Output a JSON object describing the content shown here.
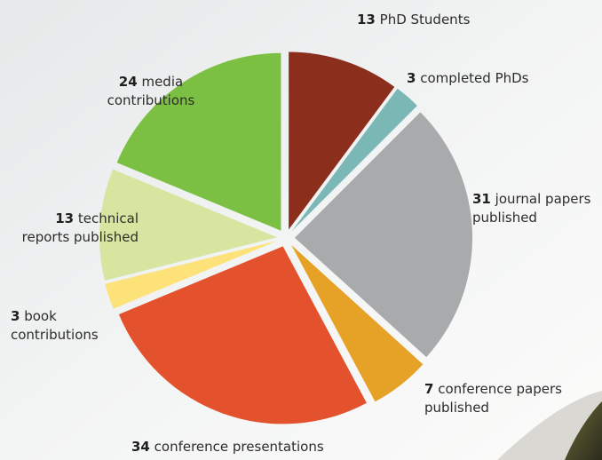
{
  "chart_data": {
    "type": "pie",
    "exploded": true,
    "slices": [
      {
        "value": 13,
        "label_lines": [
          "PhD Students"
        ],
        "color": "#8b2f1c"
      },
      {
        "value": 3,
        "label_lines": [
          "completed PhDs"
        ],
        "color": "#7bb8b5"
      },
      {
        "value": 31,
        "label_lines": [
          "journal papers",
          "published"
        ],
        "color": "#a9aaac"
      },
      {
        "value": 7,
        "label_lines": [
          "conference papers",
          "published"
        ],
        "color": "#e6a127"
      },
      {
        "value": 34,
        "label_lines": [
          "conference presentations"
        ],
        "color": "#e4522d"
      },
      {
        "value": 3,
        "label_lines": [
          "book",
          "contributions"
        ],
        "color": "#fde27a"
      },
      {
        "value": 13,
        "label_lines": [
          "technical",
          "reports published"
        ],
        "color": "#d6e6a0"
      },
      {
        "value": 24,
        "label_lines": [
          "media",
          "contributions"
        ],
        "color": "#7cc043"
      }
    ]
  }
}
